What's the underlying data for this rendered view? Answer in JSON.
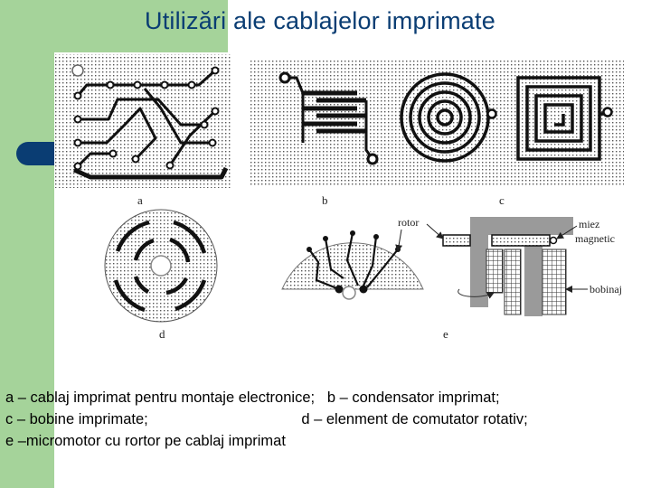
{
  "slide": {
    "title": "Utilizări ale cablajelor imprimate",
    "accent_color": "#0a3d73",
    "band_color": "#a5d39a"
  },
  "figure": {
    "labels": {
      "a": "a",
      "b": "b",
      "c": "c",
      "d": "d",
      "e": "e",
      "rotor": "rotor",
      "miez": "miez",
      "magnetic": "magnetic",
      "bobinaj": "bobinaj"
    }
  },
  "caption": {
    "line1": "a – cablaj imprimat pentru montaje electronice;   b – condensator imprimat;",
    "line2": "c – bobine imprimate;                                     d – elenment de comutator rotativ;",
    "line3": "e –micromotor cu rortor pe cablaj imprimat"
  }
}
